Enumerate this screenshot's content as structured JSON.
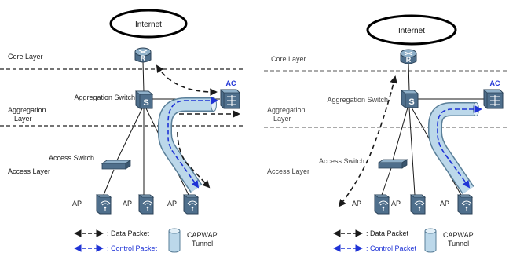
{
  "colors": {
    "line": "#1a1a1a",
    "divider": "#222222",
    "control_blue": "#1f33d6",
    "tunnel_fill": "#bcd8ea",
    "tunnel_stroke": "#5a7f99",
    "device_fill": "#4f6f8c",
    "device_stroke": "#2b4257"
  },
  "left": {
    "internet": "Internet",
    "core_layer": "Core Layer",
    "aggregation_layer_line1": "Aggregation",
    "aggregation_layer_line2": "Layer",
    "access_layer": "Access Layer",
    "aggregation_switch": "Aggregation Switch",
    "access_switch": "Access Switch",
    "ac": "AC",
    "aps": [
      "AP",
      "AP",
      "AP"
    ],
    "legend": {
      "data_packet": ": Data Packet",
      "control_packet": ": Control Packet",
      "capwap_line1": "CAPWAP",
      "capwap_line2": "Tunnel"
    }
  },
  "right": {
    "internet": "Internet",
    "core_layer": "Core Layer",
    "aggregation_switch": "Aggregation Switch",
    "aggregation_layer_line1": "Aggregation",
    "aggregation_layer_line2": "Layer",
    "access_switch": "Access Switch",
    "access_layer": "Access Layer",
    "ac": "AC",
    "aps": [
      "AP",
      "AP",
      "AP"
    ],
    "legend": {
      "data_packet": ": Data Packet",
      "control_packet": ": Control Packet",
      "capwap_line1": "CAPWAP",
      "capwap_line2": "Tunnel"
    }
  },
  "icons": {
    "router": "router-icon",
    "switch": "switch-icon",
    "ac": "access-controller-icon",
    "ap": "access-point-icon",
    "tunnel": "cylinder-icon"
  }
}
